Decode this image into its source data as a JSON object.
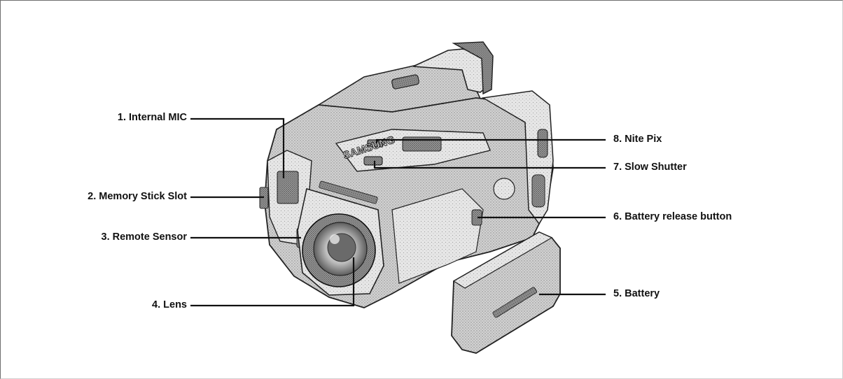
{
  "diagram": {
    "brand_marking": "SAMSUNG",
    "labels": {
      "internal_mic": "1. Internal MIC",
      "memory_stick_slot": "2. Memory Stick Slot",
      "remote_sensor": "3. Remote Sensor",
      "lens": "4. Lens",
      "battery": "5. Battery",
      "battery_release_button": "6. Battery release button",
      "slow_shutter": "7. Slow Shutter",
      "nite_pix": "8. Nite Pix"
    }
  },
  "colors": {
    "ink": "#111111",
    "body": "#c9c9c9",
    "body_dark": "#8f8f8f",
    "body_light": "#e4e4e4",
    "frame": "#6e6e6e"
  }
}
